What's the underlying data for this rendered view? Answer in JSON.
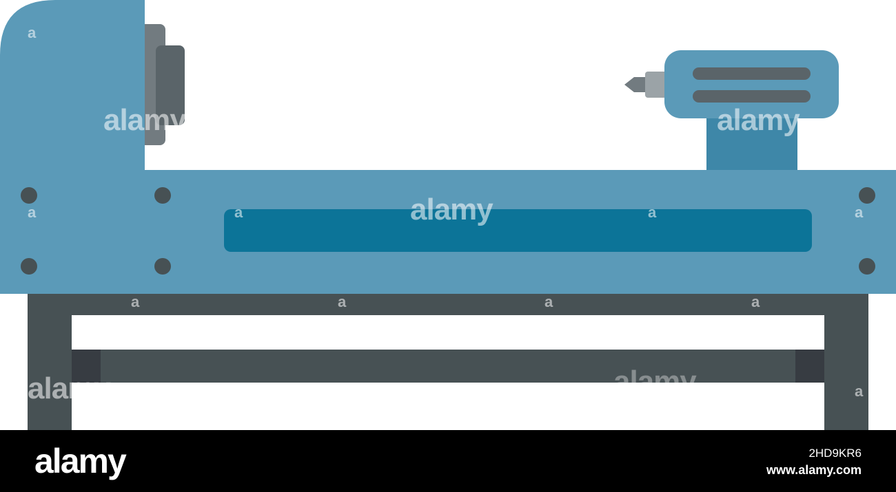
{
  "illustration": {
    "subject": "lathe-machine-icon",
    "colors": {
      "body": "#5b9ab8",
      "slot": "#0c7498",
      "legs": "#475154",
      "bolts": "#475154",
      "chuck_light": "#727b80",
      "chuck_dark": "#5a6469",
      "tailstock_column": "#3e87a8",
      "tailstock_vents": "#5a6469",
      "drill_collar": "#9ba3a7",
      "crossbar_caps": "#373c42"
    }
  },
  "watermark": {
    "word": "alamy",
    "letter": "a"
  },
  "footer": {
    "logo": "alamy",
    "image_id": "2HD9KR6",
    "url": "www.alamy.com"
  }
}
